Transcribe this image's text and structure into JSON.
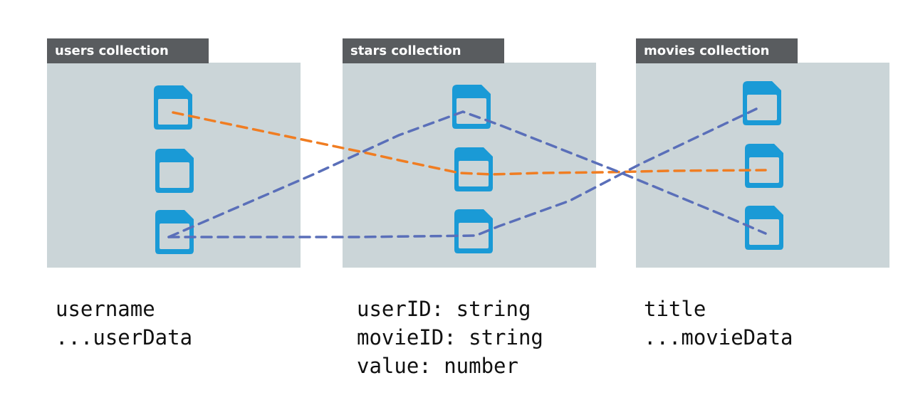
{
  "collections": [
    {
      "id": "users",
      "label": "users collection",
      "fields": [
        "username",
        "...userData"
      ]
    },
    {
      "id": "stars",
      "label": "stars collection",
      "fields": [
        "userID: string",
        "movieID: string",
        "value: number"
      ]
    },
    {
      "id": "movies",
      "label": "movies collection",
      "fields": [
        "title",
        "...movieData"
      ]
    }
  ],
  "colors": {
    "tab_bg": "#595c5f",
    "panel_bg": "#cbd5d8",
    "document": "#1a9ad6",
    "link_orange": "#f07d22",
    "link_blue": "#5a6fb9"
  },
  "icons": [
    "document-icon"
  ]
}
